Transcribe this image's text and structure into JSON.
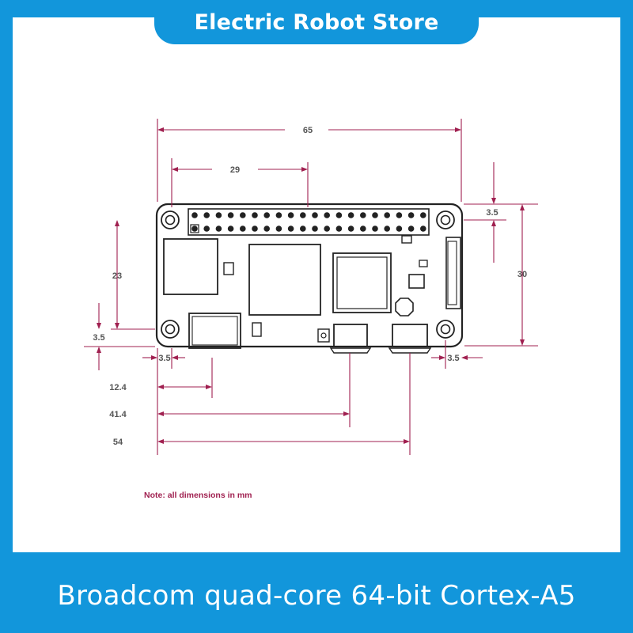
{
  "banner": {
    "title": "Electric Robot Store"
  },
  "footer": {
    "caption": "Broadcom quad-core 64-bit Cortex-A5"
  },
  "diagram": {
    "dimensions": {
      "width_65": "65",
      "header_29": "29",
      "hole_top_3_5": "3.5",
      "height_30": "30",
      "height_23": "23",
      "hole_left_3_5": "3.5",
      "bottom_left_3_5": "3.5",
      "bottom_right_3_5": "3.5",
      "dist_12_4": "12.4",
      "dist_41_4": "41.4",
      "dist_54": "54"
    },
    "note": "Note: all dimensions in mm"
  },
  "colors": {
    "brand_blue": "#1296db",
    "dimension_line": "#a02050",
    "board_outline": "#222222"
  }
}
